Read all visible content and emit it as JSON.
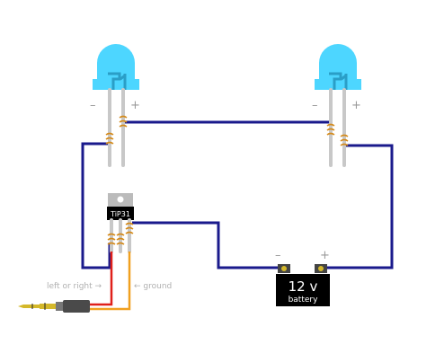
{
  "led_left": {
    "minus": "–",
    "plus": "+"
  },
  "led_right": {
    "minus": "–",
    "plus": "+"
  },
  "transistor": {
    "label": "TiP31"
  },
  "battery": {
    "voltage": "12 v",
    "label": "battery",
    "minus": "–",
    "plus": "+"
  },
  "labels": {
    "left_or_right": "left or right →",
    "ground": "← ground"
  },
  "colors": {
    "wire": "#1a1a8c",
    "led": "#4dd6ff",
    "signal_wire": "#e0201a",
    "ground_wire": "#f0a020",
    "lead": "#c8c8c8",
    "coil": "#d48a1a"
  }
}
